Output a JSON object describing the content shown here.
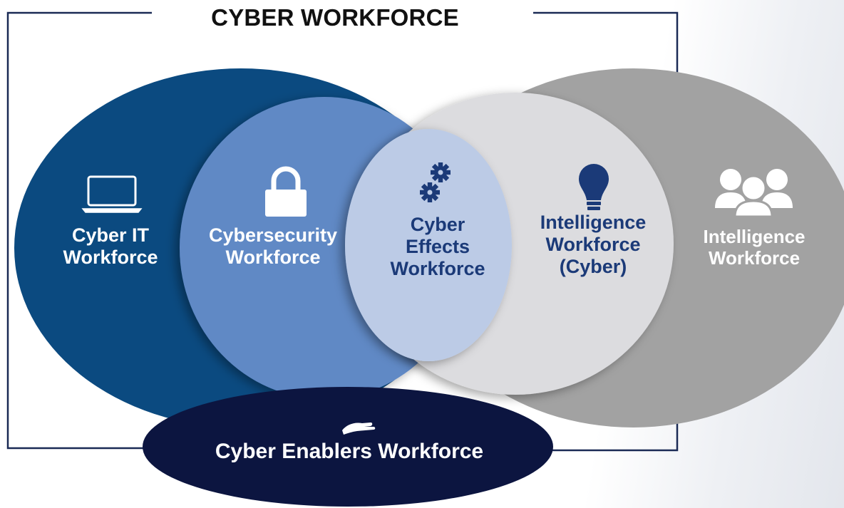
{
  "title": "CYBER WORKFORCE",
  "nodes": {
    "cyber_it": {
      "lines": [
        "Cyber IT",
        "Workforce"
      ],
      "icon": "laptop-icon",
      "color": "#0b4a80"
    },
    "cybersecurity": {
      "lines": [
        "Cybersecurity",
        "Workforce"
      ],
      "icon": "lock-icon",
      "color": "#6189c5"
    },
    "cyber_effects": {
      "lines": [
        "Cyber",
        "Effects",
        "Workforce"
      ],
      "icon": "gears-icon",
      "color": "#bccbe6"
    },
    "intelligence_cyber": {
      "lines": [
        "Intelligence",
        "Workforce",
        "(Cyber)"
      ],
      "icon": "lightbulb-icon",
      "color": "#dcdcdf"
    },
    "intelligence": {
      "lines": [
        "Intelligence",
        "Workforce"
      ],
      "icon": "people-icon",
      "color": "#a1a1a1"
    },
    "cyber_enablers": {
      "lines": [
        "Cyber Enablers Workforce"
      ],
      "icon": "hand-icon",
      "color": "#0c1540"
    }
  }
}
